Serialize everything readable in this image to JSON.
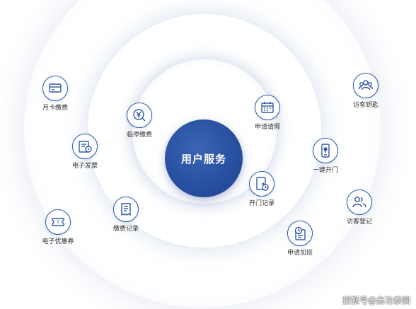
{
  "center": {
    "label": "用户服务"
  },
  "nodes": {
    "monthly_card": {
      "label": "月卡缴费",
      "icon": "card-icon"
    },
    "temp_parking": {
      "label": "临停缴费",
      "icon": "yen-coin-icon"
    },
    "e_invoice": {
      "label": "电子发票",
      "icon": "invoice-icon"
    },
    "e_coupon": {
      "label": "电子优惠券",
      "icon": "coupon-icon"
    },
    "payment_record": {
      "label": "缴费记录",
      "icon": "receipt-icon"
    },
    "leave_request": {
      "label": "申请请假",
      "icon": "calendar-icon"
    },
    "visitor_key": {
      "label": "访客钥匙",
      "icon": "people-group-icon"
    },
    "one_key_open": {
      "label": "一键开门",
      "icon": "door-phone-icon"
    },
    "door_record": {
      "label": "开门记录",
      "icon": "door-clock-icon"
    },
    "visitor_register": {
      "label": "访客登记",
      "icon": "visitors-icon"
    },
    "overtime_request": {
      "label": "申请加班",
      "icon": "clock-document-icon"
    }
  },
  "watermark": {
    "text": "搜狐号@启功泰园"
  },
  "colors": {
    "accent": "#2e5aa8",
    "hub": "#284f9f",
    "text": "#333333"
  }
}
